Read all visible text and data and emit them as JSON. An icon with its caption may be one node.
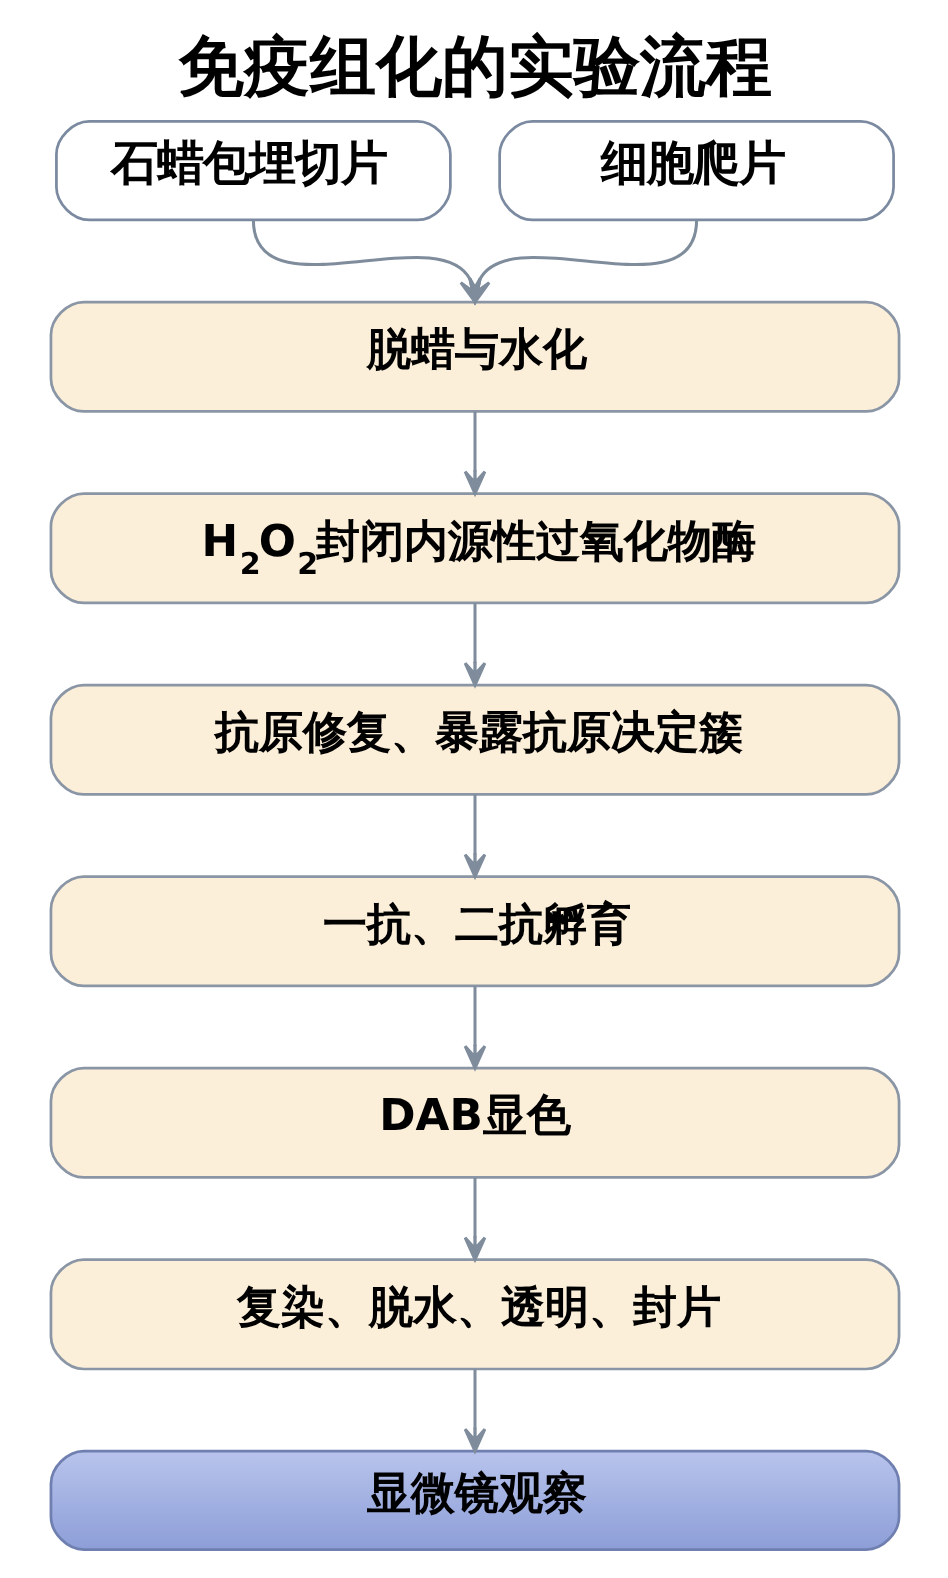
{
  "diagram": {
    "title": "免疫组化的实验流程",
    "nodes": [
      {
        "text": [
          "石蜡包埋切片"
        ]
      },
      {
        "text": [
          "细胞爬片"
        ]
      },
      {
        "text": [
          "脱蜡与水化"
        ]
      },
      {
        "text": [
          "H$_{2}$O$_{2}$封闭内源性过氧化物酶"
        ]
      },
      {
        "text": [
          "抗原修复、暴露抗原决定簇"
        ]
      },
      {
        "text": [
          "一抗、二抗孵育"
        ]
      },
      {
        "text": [
          "DAB显色"
        ]
      },
      {
        "text": [
          "复染、脱水、透明、封片"
        ]
      },
      {
        "text": [
          "显微镜观察"
        ]
      }
    ],
    "edges": [
      {
        "from": 0,
        "to": 2,
        "arrow": "to"
      },
      {
        "from": 1,
        "to": 2,
        "arrow": "to"
      },
      {
        "from": 2,
        "to": 3,
        "arrow": "to"
      },
      {
        "from": 3,
        "to": 4,
        "arrow": "to"
      },
      {
        "from": 4,
        "to": 5,
        "arrow": "to"
      },
      {
        "from": 5,
        "to": 6,
        "arrow": "to"
      },
      {
        "from": 6,
        "to": 7,
        "arrow": "to"
      },
      {
        "from": 7,
        "to": 8,
        "arrow": "to"
      }
    ]
  }
}
